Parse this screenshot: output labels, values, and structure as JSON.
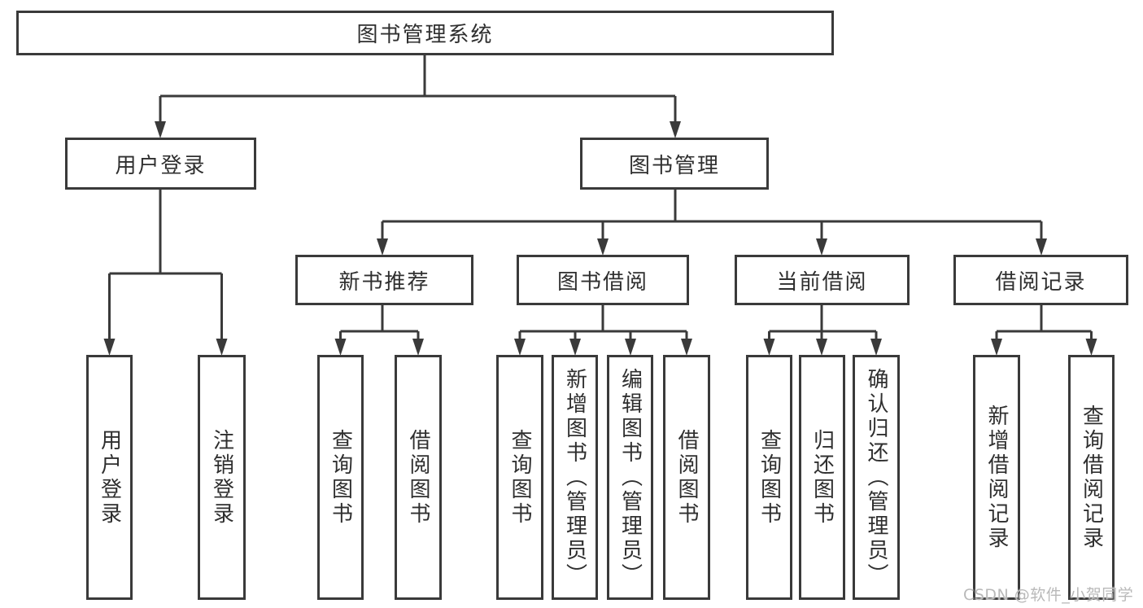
{
  "tree": {
    "label": "图书管理系统",
    "children": [
      {
        "label": "用户登录",
        "children": [
          {
            "label": "用户登录"
          },
          {
            "label": "注销登录"
          }
        ]
      },
      {
        "label": "图书管理",
        "children": [
          {
            "label": "新书推荐",
            "children": [
              {
                "label": "查询图书"
              },
              {
                "label": "借阅图书"
              }
            ]
          },
          {
            "label": "图书借阅",
            "children": [
              {
                "label": "查询图书"
              },
              {
                "label": "新增图书（管理员）"
              },
              {
                "label": "编辑图书（管理员）"
              },
              {
                "label": "借阅图书"
              }
            ]
          },
          {
            "label": "当前借阅",
            "children": [
              {
                "label": "查询图书"
              },
              {
                "label": "归还图书"
              },
              {
                "label": "确认归还（管理员）"
              }
            ]
          },
          {
            "label": "借阅记录",
            "children": [
              {
                "label": "新增借阅记录"
              },
              {
                "label": "查询借阅记录"
              }
            ]
          }
        ]
      }
    ]
  },
  "watermark": "CSDN @软件_小贺同学",
  "colors": {
    "line": "#3a3a3a",
    "text": "#2f2f2f",
    "node_background": "#ffffff",
    "watermark_text": "#b9b9b9"
  }
}
